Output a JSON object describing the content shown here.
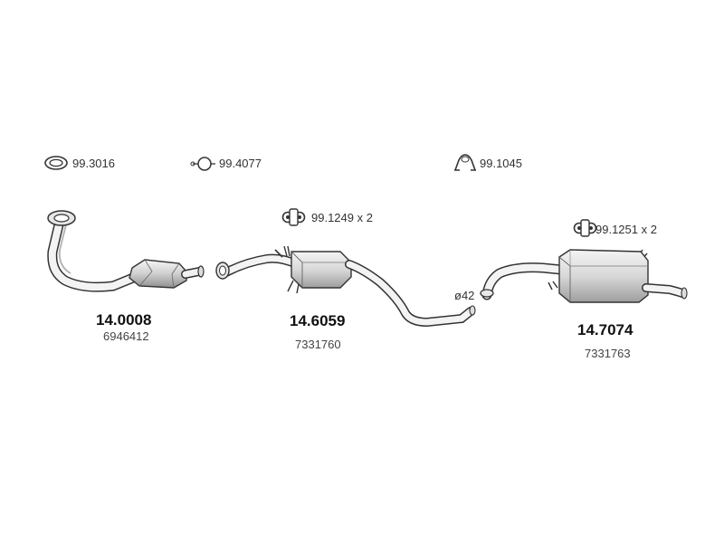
{
  "accessories": [
    {
      "code": "99.3016",
      "icon": "ring-gasket-icon"
    },
    {
      "code": "99.4077",
      "icon": "o-ring-icon"
    },
    {
      "code": "99.1045",
      "icon": "clamp-icon"
    },
    {
      "code": "99.1249 x 2",
      "icon": "rubber-mount-icon"
    },
    {
      "code": "99.1251 x 2",
      "icon": "rubber-mount-icon"
    }
  ],
  "parts": [
    {
      "code": "14.0008",
      "oe": "6946412",
      "name": "catalytic-converter"
    },
    {
      "code": "14.6059",
      "oe": "7331760",
      "name": "middle-silencer"
    },
    {
      "code": "14.7074",
      "oe": "7331763",
      "name": "rear-silencer"
    }
  ],
  "diameter_note": "ø42",
  "colors": {
    "line": "#333333",
    "fill_light": "#f2f2f2",
    "fill_mid": "#d6d6d6",
    "fill_dark": "#a8a8a8"
  }
}
